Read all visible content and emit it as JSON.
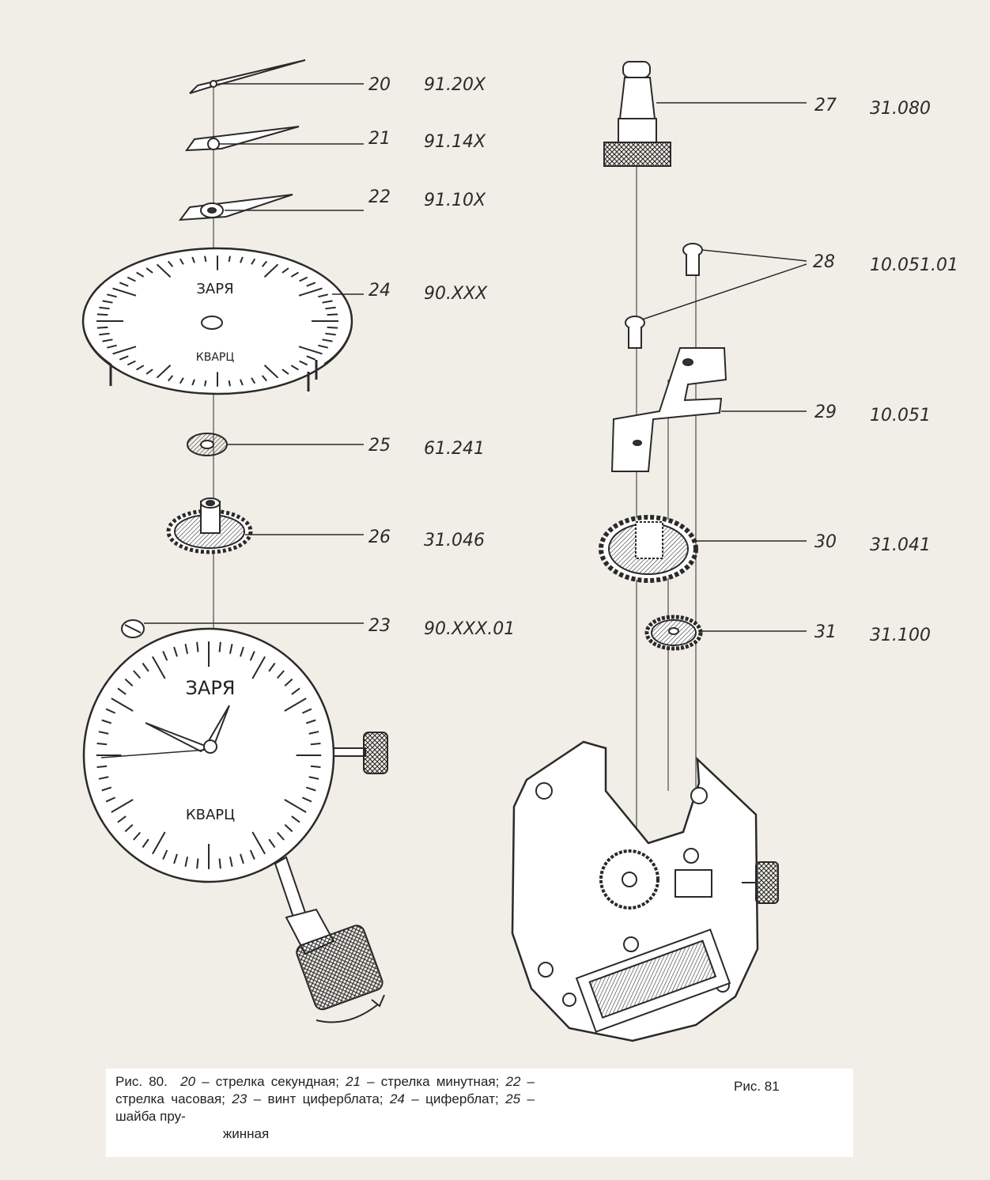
{
  "callouts": [
    {
      "num": "20",
      "code": "91.20X"
    },
    {
      "num": "21",
      "code": "91.14X"
    },
    {
      "num": "22",
      "code": "91.10X"
    },
    {
      "num": "24",
      "code": "90.XXX"
    },
    {
      "num": "25",
      "code": "61.241"
    },
    {
      "num": "26",
      "code": "31.046"
    },
    {
      "num": "23",
      "code": "90.XXX.01"
    },
    {
      "num": "27",
      "code": "31.080"
    },
    {
      "num": "28",
      "code": "10.051.01"
    },
    {
      "num": "29",
      "code": "10.051"
    },
    {
      "num": "30",
      "code": "31.041"
    },
    {
      "num": "31",
      "code": "31.100"
    }
  ],
  "dial": {
    "brand": "ЗАРЯ",
    "type": "КВАРЦ"
  },
  "caption_left": {
    "fig": "Рис. 80.",
    "n20": "20",
    "t20": " – стрелка секундная; ",
    "n21": "21",
    "t21": " – стрелка минутная; ",
    "n22": "22",
    "t22": " – стрелка часовая; ",
    "n23": "23",
    "t23": " – винт циферблата; ",
    "n24": "24",
    "t24": " – циферблат; ",
    "n25": "25",
    "t25a": " – шайба пру-",
    "t25b": "жинная"
  },
  "caption_right": "Рис. 81",
  "colors": {
    "paper": "#f1eee7",
    "ink": "#2a2a2a",
    "caption_bg": "#ffffff"
  }
}
